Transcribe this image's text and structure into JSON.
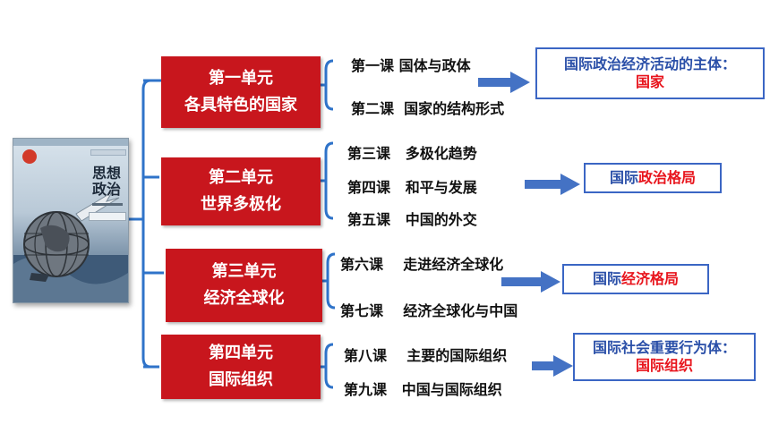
{
  "units": [
    {
      "line1": "第一单元",
      "line2": "各具特色的国家"
    },
    {
      "line1": "第二单元",
      "line2": "世界多极化"
    },
    {
      "line1": "第三单元",
      "line2": "经济全球化"
    },
    {
      "line1": "第四单元",
      "line2": "国际组织"
    }
  ],
  "lessons": [
    "第一课 国体与政体",
    "第二课  国家的结构形式",
    "第三课   多极化趋势",
    "第四课   和平与发展",
    "第五课   中国的外交",
    "第六课    走进经济全球化",
    "第七课    经济全球化与中国",
    "第八课    主要的国际组织",
    "第九课   中国与国际组织"
  ],
  "results": [
    {
      "line1": "国际政治经济活动的主体：",
      "line2": "国家"
    },
    {
      "prefix": "国际",
      "highlight": "政治格局"
    },
    {
      "prefix": "国际",
      "highlight": "经济格局"
    },
    {
      "line1": "国际社会重要行为体：",
      "line2": "国际组织"
    }
  ],
  "book": {
    "title": "思想政治"
  },
  "colors": {
    "unit_fill": "#c8161d",
    "bracket": "#2f73c9",
    "arrow": "#4472c4",
    "highlight_red": "#e8141c",
    "result_blue": "#2a4fa8"
  }
}
